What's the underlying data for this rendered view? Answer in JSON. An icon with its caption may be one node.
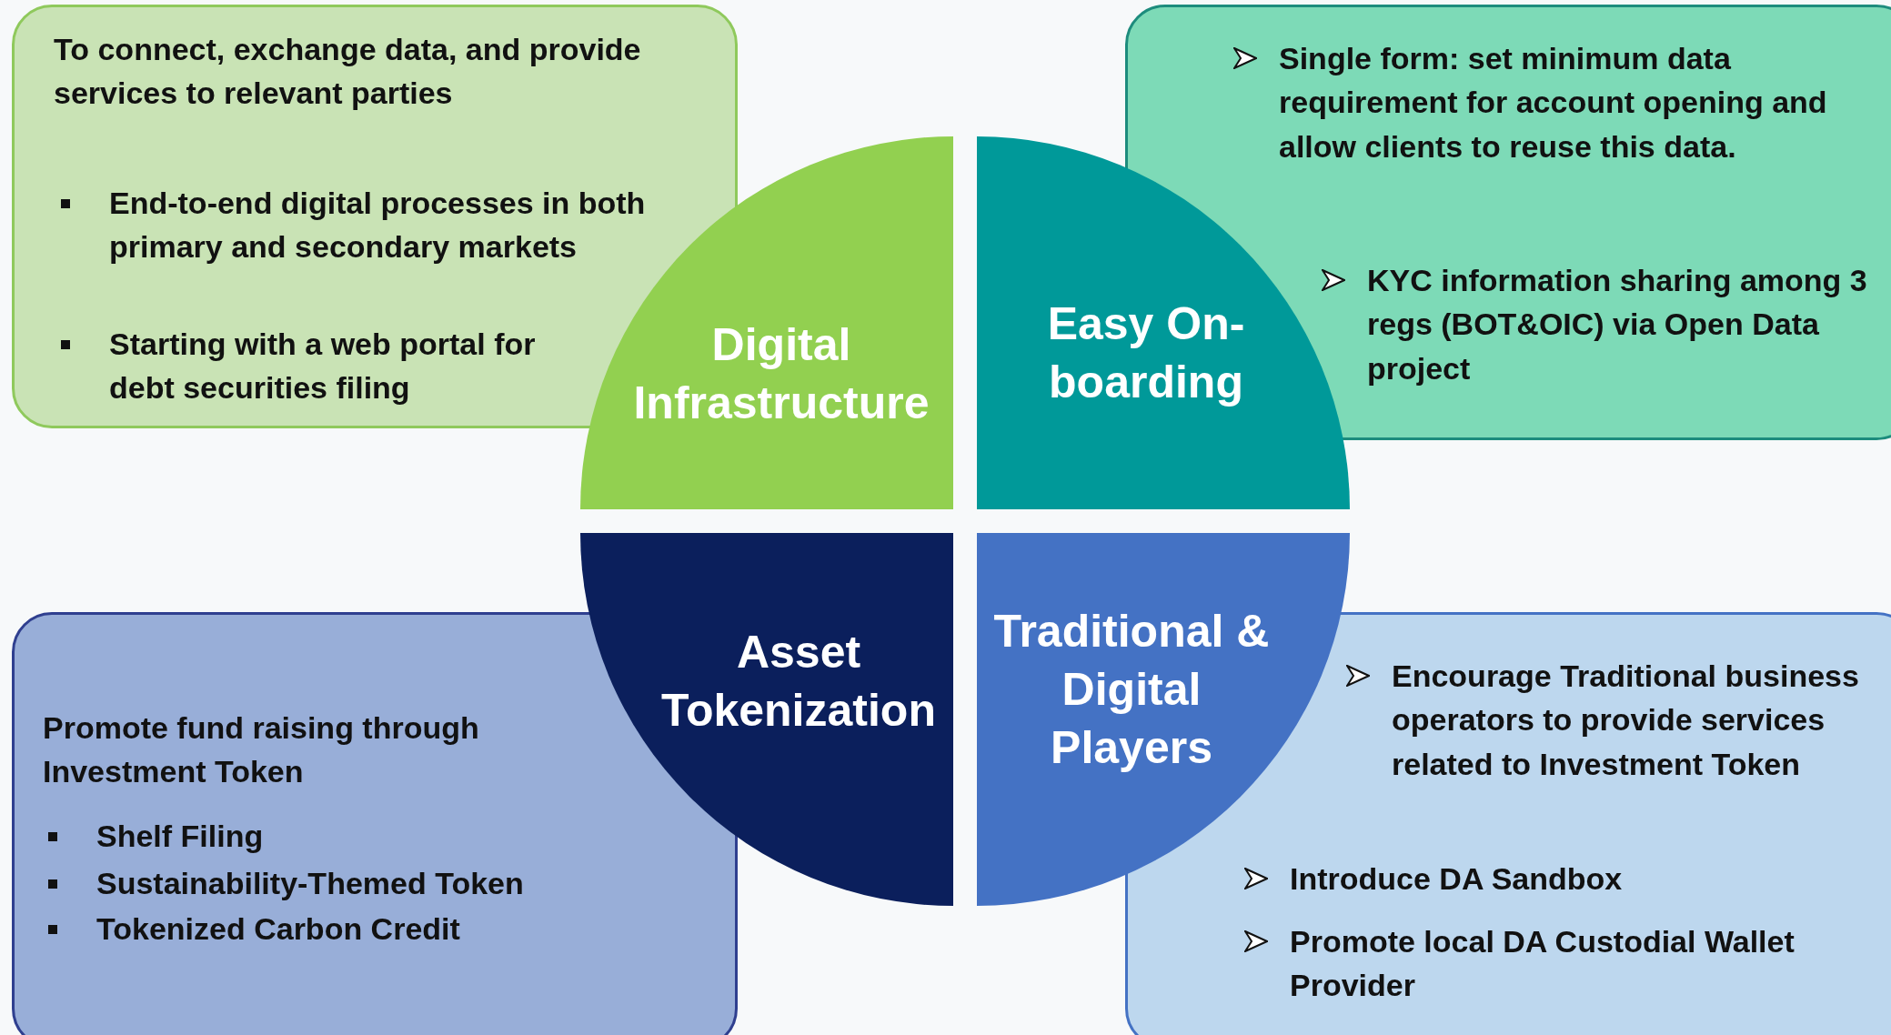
{
  "diagram": {
    "nodes": [
      {
        "text": [
          "To connect, exchange data, and provide services to relevant parties",
          "End-to-end digital processes in both primary and secondary markets",
          "Starting with a web portal for debt securities filing"
        ]
      },
      {
        "text": [
          "Single form: set minimum data requirement for account opening and allow clients to reuse this data.",
          "KYC information sharing among 3 regs (BOT&OIC) via Open Data project"
        ]
      },
      {
        "text": [
          "Promote fund raising through Investment Token",
          "Shelf Filing",
          "Sustainability-Themed Token",
          "Tokenized Carbon Credit"
        ]
      },
      {
        "text": [
          "Encourage Traditional business operators to provide services related to Investment Token",
          "Introduce DA Sandbox",
          "Promote local DA Custodial Wallet Provider"
        ]
      },
      {
        "text": [
          "Digital Infrastructure"
        ]
      },
      {
        "text": [
          "Easy On-boarding"
        ]
      },
      {
        "text": [
          "Asset Tokenization"
        ]
      },
      {
        "text": [
          "Traditional & Digital Players"
        ]
      }
    ],
    "edges": []
  }
}
